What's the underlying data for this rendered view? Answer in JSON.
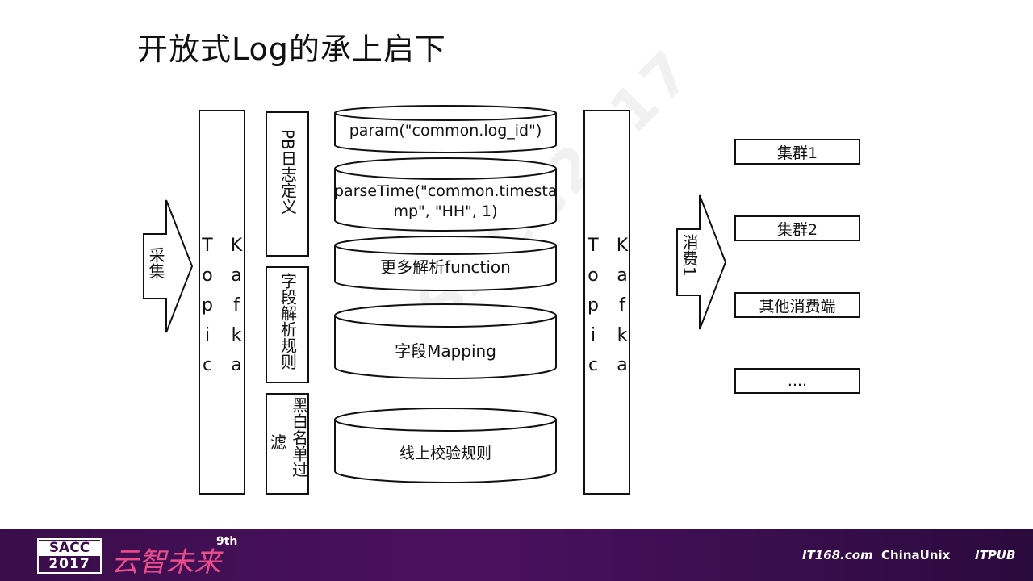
{
  "slide": {
    "title": "开放式Log的承上启下"
  },
  "collect": {
    "label": "采集"
  },
  "kafka_left": {
    "topic": [
      "T",
      "o",
      "p",
      "i",
      "c"
    ],
    "kafka": [
      "K",
      "a",
      "f",
      "k",
      "a"
    ]
  },
  "kafka_right": {
    "topic": [
      "T",
      "o",
      "p",
      "i",
      "c"
    ],
    "kafka": [
      "K",
      "a",
      "f",
      "k",
      "a"
    ]
  },
  "rules": {
    "pb_def": "PB日志定义",
    "field_parse": "字段解析规则",
    "blackwhite": "黑白名单过",
    "blackwhite_tail": "滤"
  },
  "functions": {
    "param": "param(\"common.log_id\")",
    "parse_time_1": "parseTime(\"common.timesta",
    "parse_time_2": "mp\", \"HH\", 1)",
    "more_parse": "更多解析function",
    "mapping": "字段Mapping",
    "online_check": "线上校验规则"
  },
  "consume": {
    "label": "消费1"
  },
  "consumers": [
    "集群1",
    "集群2",
    "其他消费端",
    "...."
  ],
  "watermark": "SACC2017",
  "footer": {
    "badge_top": "SACC",
    "badge_bottom": "2017",
    "slogan": "云智未来",
    "slogan_sup": "9th",
    "sponsors": [
      "IT168.com",
      "ChinaUnix",
      "ITPUB"
    ]
  }
}
